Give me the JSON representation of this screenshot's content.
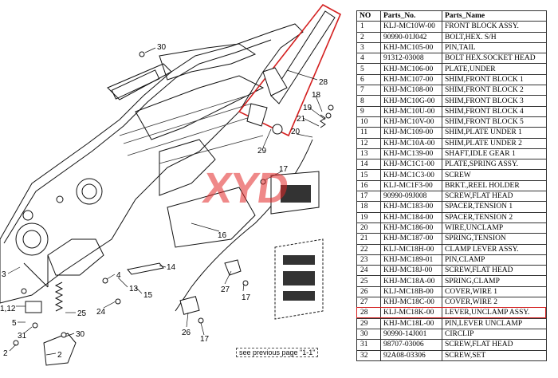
{
  "table": {
    "headers": [
      "NO",
      "Parts_No.",
      "Parts_Name"
    ],
    "rows": [
      [
        "1",
        "KLJ-MC10W-00",
        "FRONT BLOCK ASSY."
      ],
      [
        "2",
        "90990-01J042",
        "BOLT,HEX. S/H"
      ],
      [
        "3",
        "KHJ-MC105-00",
        "PIN,TAIL"
      ],
      [
        "4",
        "91312-03008",
        "BOLT HEX.SOCKET HEAD"
      ],
      [
        "5",
        "KHJ-MC106-00",
        "PLATE,UNDER"
      ],
      [
        "6",
        "KHJ-MC107-00",
        "SHIM,FRONT BLOCK 1"
      ],
      [
        "7",
        "KHJ-MC108-00",
        "SHIM,FRONT BLOCK 2"
      ],
      [
        "8",
        "KHJ-MC10G-00",
        "SHIM,FRONT BLOCK 3"
      ],
      [
        "9",
        "KHJ-MC10U-00",
        "SHIM,FRONT BLOCK 4"
      ],
      [
        "10",
        "KHJ-MC10V-00",
        "SHIM,FRONT BLOCK 5"
      ],
      [
        "11",
        "KHJ-MC109-00",
        "SHIM,PLATE UNDER 1"
      ],
      [
        "12",
        "KHJ-MC10A-00",
        "SHIM,PLATE UNDER 2"
      ],
      [
        "13",
        "KHJ-MC139-00",
        "SHAFT,IDLE GEAR 1"
      ],
      [
        "14",
        "KHJ-MC1C1-00",
        "PLATE,SPRING ASSY."
      ],
      [
        "15",
        "KHJ-MC1C3-00",
        "SCREW"
      ],
      [
        "16",
        "KLJ-MC1F3-00",
        "BRKT.,REEL HOLDER"
      ],
      [
        "17",
        "90990-09J008",
        "SCREW,FLAT HEAD"
      ],
      [
        "18",
        "KHJ-MC183-00",
        "SPACER,TENSION 1"
      ],
      [
        "19",
        "KHJ-MC184-00",
        "SPACER,TENSION 2"
      ],
      [
        "20",
        "KHJ-MC186-00",
        "WIRE,UNCLAMP"
      ],
      [
        "21",
        "KHJ-MC187-00",
        "SPRING,TENSION"
      ],
      [
        "22",
        "KLJ-MC18H-00",
        "CLAMP LEVER ASSY."
      ],
      [
        "23",
        "KHJ-MC189-01",
        "PIN,CLAMP"
      ],
      [
        "24",
        "KHJ-MC18J-00",
        "SCREW,FLAT HEAD"
      ],
      [
        "25",
        "KHJ-MC18A-00",
        "SPRING,CLAMP"
      ],
      [
        "26",
        "KLJ-MC18B-00",
        "COVER,WIRE 1"
      ],
      [
        "27",
        "KHJ-MC18C-00",
        "COVER,WIRE 2"
      ],
      [
        "28",
        "KLJ-MC18K-00",
        "LEVER,UNCLAMP ASSY."
      ],
      [
        "29",
        "KHJ-MC18L-00",
        "PIN,LEVER UNCLAMP"
      ],
      [
        "30",
        "90990-14J001",
        "CIRCLIP"
      ],
      [
        "31",
        "98707-03006",
        "SCREW,FLAT HEAD"
      ],
      [
        "32",
        "92A08-03306",
        "SCREW,SET"
      ]
    ],
    "highlighted_row": 28,
    "highlight_color": "#d42020"
  },
  "diagram": {
    "callouts": [
      "30",
      "28",
      "18",
      "19",
      "21",
      "20",
      "29",
      "17",
      "16",
      "14",
      "13",
      "4",
      "15",
      "24",
      "25",
      "30",
      "27",
      "17",
      "26",
      "17",
      "3",
      "1,12",
      "5",
      "31",
      "2",
      "2"
    ],
    "watermark": "XYD",
    "note": "see previous page \"1-1\"",
    "highlight_color": "#d42020"
  }
}
